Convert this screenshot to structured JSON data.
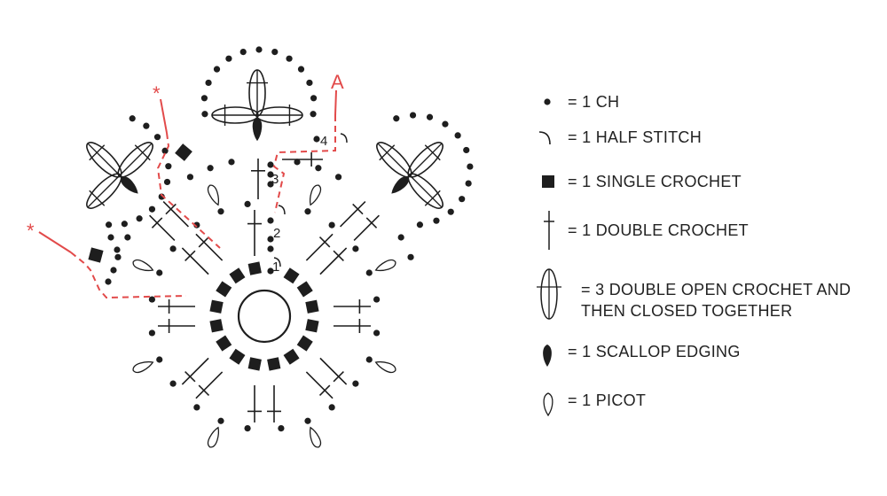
{
  "diagram": {
    "round_labels": [
      "1",
      "2",
      "3",
      "4"
    ],
    "markers": {
      "star": "*",
      "start": "A"
    },
    "colors": {
      "ink": "#1e1e1e",
      "path": "#e24a4a"
    }
  },
  "legend": [
    {
      "icon": "chain-dot-icon",
      "label": "= 1 CH"
    },
    {
      "icon": "half-stitch-icon",
      "label": "= 1 HALF STITCH"
    },
    {
      "icon": "single-crochet-icon",
      "label": "= 1 SINGLE CROCHET"
    },
    {
      "icon": "double-crochet-icon",
      "label": "= 1 DOUBLE CROCHET"
    },
    {
      "icon": "cluster-icon",
      "label": "= 3 DOUBLE OPEN CROCHET AND",
      "label2": "THEN CLOSED TOGETHER"
    },
    {
      "icon": "scallop-icon",
      "label": "= 1 SCALLOP EDGING"
    },
    {
      "icon": "picot-icon",
      "label": "= 1 PICOT"
    }
  ]
}
